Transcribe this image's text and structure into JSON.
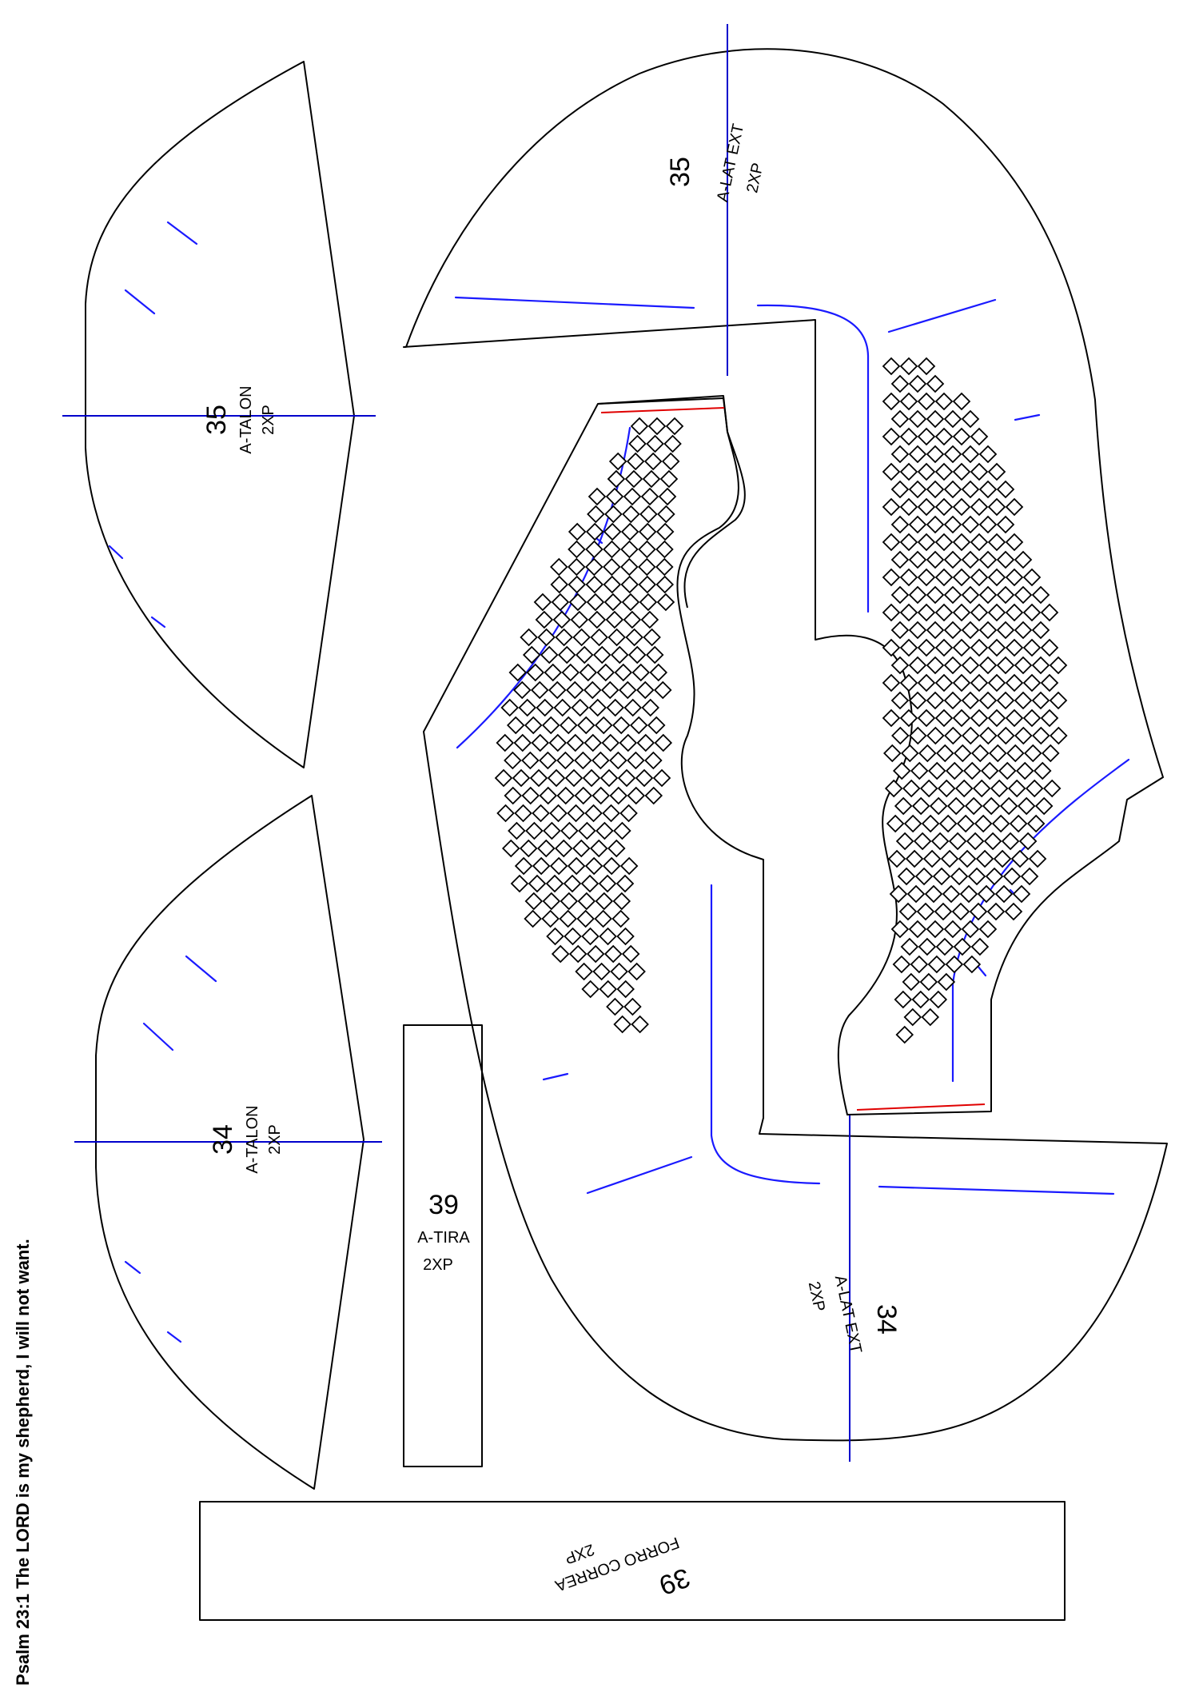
{
  "colors": {
    "outline": "#000000",
    "axis": "#0000cc",
    "accent": "#1a1aff",
    "red": "#e00000"
  },
  "caption": "Psalm 23:1 The LORD is my shepherd, I will not want.",
  "pieces": {
    "talon35": {
      "number": "35",
      "name": "A-TALON",
      "qty": "2XP"
    },
    "talon34": {
      "number": "34",
      "name": "A-TALON",
      "qty": "2XP"
    },
    "tira39": {
      "number": "39",
      "name": "A-TIRA",
      "qty": "2XP"
    },
    "correa39": {
      "number": "39",
      "name": "FORRO CORREA",
      "qty": "2XP"
    },
    "latext35": {
      "number": "35",
      "name": "A-LAT EXT",
      "qty": "2XP"
    },
    "latext34": {
      "number": "34",
      "name": "A-LAT EXT",
      "qty": "2XP"
    }
  }
}
